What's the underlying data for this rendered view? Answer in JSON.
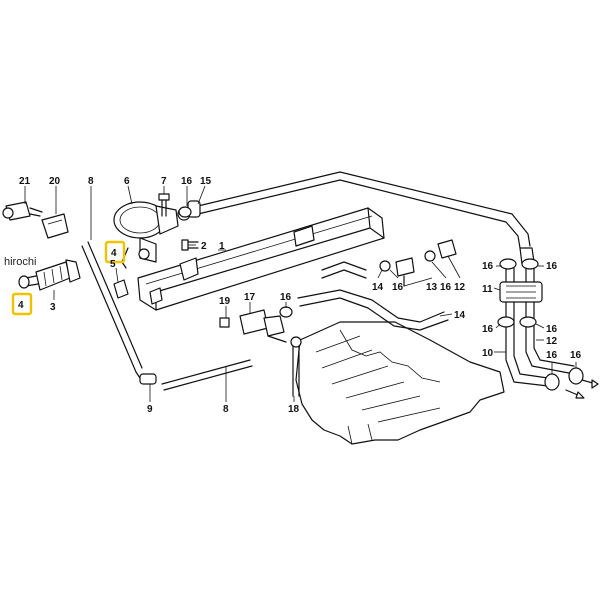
{
  "watermark": "hirochi",
  "highlight_color": "#f2c200",
  "callouts": [
    {
      "id": "c21",
      "label": "21"
    },
    {
      "id": "c20",
      "label": "20"
    },
    {
      "id": "c8a",
      "label": "8"
    },
    {
      "id": "c6",
      "label": "6"
    },
    {
      "id": "c7",
      "label": "7"
    },
    {
      "id": "c16a",
      "label": "16"
    },
    {
      "id": "c15",
      "label": "15"
    },
    {
      "id": "c4a",
      "label": "4"
    },
    {
      "id": "c2",
      "label": "2"
    },
    {
      "id": "c1",
      "label": "1"
    },
    {
      "id": "c5",
      "label": "5"
    },
    {
      "id": "c4b",
      "label": "4"
    },
    {
      "id": "c3",
      "label": "3"
    },
    {
      "id": "c19",
      "label": "19"
    },
    {
      "id": "c17",
      "label": "17"
    },
    {
      "id": "c16b",
      "label": "16"
    },
    {
      "id": "c9",
      "label": "9"
    },
    {
      "id": "c8b",
      "label": "8"
    },
    {
      "id": "c18",
      "label": "18"
    },
    {
      "id": "c14a",
      "label": "14"
    },
    {
      "id": "c16c",
      "label": "16"
    },
    {
      "id": "c13",
      "label": "13"
    },
    {
      "id": "c16d",
      "label": "16"
    },
    {
      "id": "c12a",
      "label": "12"
    },
    {
      "id": "c14b",
      "label": "14"
    },
    {
      "id": "c16e",
      "label": "16"
    },
    {
      "id": "c16f",
      "label": "16"
    },
    {
      "id": "c11",
      "label": "11"
    },
    {
      "id": "c16g",
      "label": "16"
    },
    {
      "id": "c16h",
      "label": "16"
    },
    {
      "id": "c12b",
      "label": "12"
    },
    {
      "id": "c10",
      "label": "10"
    },
    {
      "id": "c16i",
      "label": "16"
    },
    {
      "id": "c16j",
      "label": "16"
    }
  ]
}
